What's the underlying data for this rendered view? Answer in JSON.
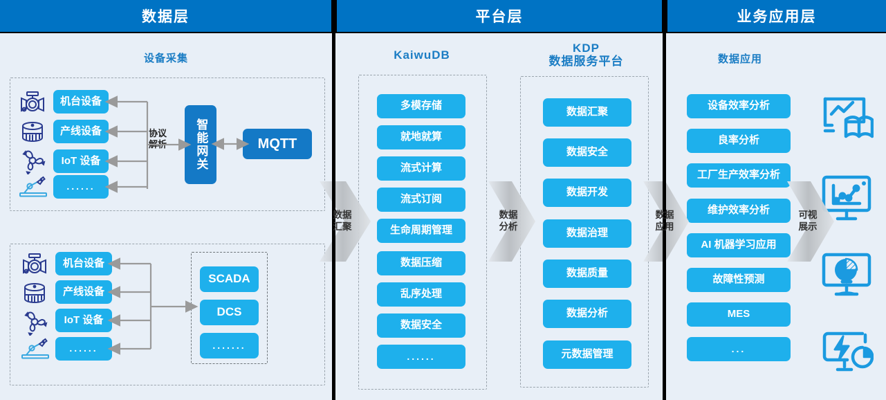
{
  "columns": [
    {
      "id": "data-layer",
      "title": "数据层"
    },
    {
      "id": "platform-layer",
      "title": "平台层"
    },
    {
      "id": "business-layer",
      "title": "业务应用层"
    }
  ],
  "data_layer": {
    "subtitle": "设备采集",
    "group_top": {
      "devices": [
        {
          "label": "机台设备",
          "icon": "valve-icon"
        },
        {
          "label": "产线设备",
          "icon": "tank-icon"
        },
        {
          "label": "IoT 设备",
          "icon": "fan-icon"
        },
        {
          "label": "......",
          "icon": "robot-arm-icon"
        }
      ],
      "protocol_label": "协议\n解析",
      "protocol_label_l1": "协议",
      "protocol_label_l2": "解析",
      "gateway": "智能网关",
      "broker": "MQTT"
    },
    "group_bottom": {
      "devices": [
        {
          "label": "机台设备",
          "icon": "valve-icon"
        },
        {
          "label": "产线设备",
          "icon": "tank-icon"
        },
        {
          "label": "IoT 设备",
          "icon": "fan-icon"
        },
        {
          "label": "......",
          "icon": "robot-arm-icon"
        }
      ],
      "systems": [
        "SCADA",
        "DCS",
        "......."
      ]
    }
  },
  "platform_layer": {
    "kaiwudb": {
      "title": "KaiwuDB",
      "items": [
        "多模存储",
        "就地就算",
        "流式计算",
        "流式订阅",
        "生命周期管理",
        "数据压缩",
        "乱序处理",
        "数据安全",
        "......"
      ]
    },
    "kdp": {
      "title_l1": "KDP",
      "title_l2": "数据服务平台",
      "items": [
        "数据汇聚",
        "数据安全",
        "数据开发",
        "数据治理",
        "数据质量",
        "数据分析",
        "元数据管理"
      ]
    }
  },
  "business_layer": {
    "subtitle": "数据应用",
    "items": [
      "设备效率分析",
      "良率分析",
      "工厂生产效率分析",
      "维护效率分析",
      "AI 机器学习应用",
      "故障性预测",
      "MES",
      "..."
    ],
    "visual_icons": [
      "dashboard-book-icon",
      "monitor-linechart-icon",
      "monitor-piechart-icon",
      "monitor-energy-gauge-icon"
    ]
  },
  "flow_arrows": [
    {
      "id": "arrow-data-aggregation",
      "l1": "数据",
      "l2": "汇聚"
    },
    {
      "id": "arrow-data-analysis",
      "l1": "数据",
      "l2": "分析"
    },
    {
      "id": "arrow-data-application",
      "l1": "数据",
      "l2": "应用"
    },
    {
      "id": "arrow-visual-display",
      "l1": "可视",
      "l2": "展示"
    }
  ],
  "colors": {
    "header_blue": "#0073c4",
    "panel_bg": "#e8eff7",
    "pill_blue": "#1eb0ec",
    "pill_deep_blue": "#1479c6",
    "title_blue": "#1b7dc4",
    "connector_gray": "#9a9a9a",
    "dash_gray": "#9aa4ad"
  }
}
